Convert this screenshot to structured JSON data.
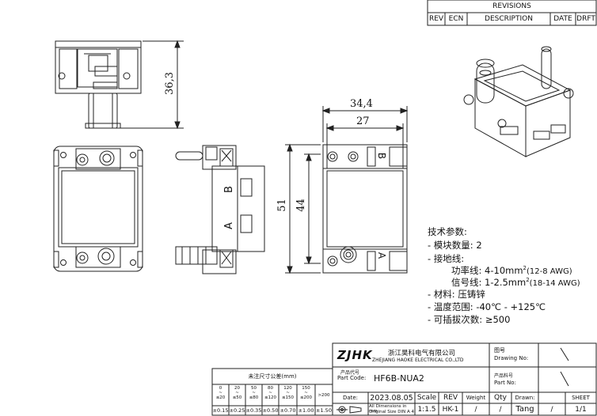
{
  "revisions": {
    "title": "REVISIONS",
    "headers": [
      "REV",
      "ECN",
      "DESCRIPTION",
      "DATE",
      "DRFT"
    ]
  },
  "dimensions": {
    "height_side": "36,3",
    "overall_width": "34,4",
    "inner_width": "27",
    "overall_height": "51",
    "inner_height": "44"
  },
  "part_labels": {
    "side_b": "B",
    "side_a": "A",
    "front_b": "B",
    "front_a": "A"
  },
  "specs": {
    "heading": "技术参数:",
    "modules": "- 模块数量: 2",
    "ground": "- 接地线:",
    "power_line": "功率线: 4-10mm",
    "power_awg": "(12-8 AWG)",
    "signal_line": "信号线: 1-2.5mm",
    "signal_awg": "(18-14 AWG)",
    "sup": "2",
    "material": "- 材料: 压铸锌",
    "temperature": "- 温度范围: -40℃ - +125℃",
    "mating": "- 可插拔次数: ≥500"
  },
  "title_block": {
    "logo": "ZJHK",
    "company_cn": "浙江昊科电气有限公司",
    "company_en": "ZHEJIANG HAOKE ELECTRICAL CO.,LTD",
    "drawing_no_cn": "图号",
    "drawing_no_en": "Drawing No:",
    "part_code_cn": "产品代号",
    "part_code_en": "Part Code:",
    "part_code": "HF6B-NUA2",
    "part_no_cn": "产品料号",
    "part_no_en": "Part No:",
    "date_label": "Date:",
    "date": "2023.08.05",
    "scale_label": "Scale",
    "scale": "1:1.5",
    "rev_label": "REV",
    "rev": "HK-1",
    "weight_label": "Weight",
    "qty_label": "Qty",
    "drawn_label": "Drawn:",
    "drawn": "Tang",
    "sheet_label": "SHEET",
    "sheet": "1/1",
    "note_line1": "All Dimensions in mm",
    "note_line2": "Original Size DIN A 4",
    "slash": "/"
  },
  "tolerance": {
    "title": "未注尺寸公差(mm)",
    "ranges": [
      {
        "top": "0",
        "bottom": "≤20"
      },
      {
        "top": "20",
        "bottom": "≤50"
      },
      {
        "top": "50",
        "bottom": "≤80"
      },
      {
        "top": "80",
        "bottom": "≤120"
      },
      {
        "top": "120",
        "bottom": "≤150"
      },
      {
        "top": "150",
        "bottom": "≤200"
      }
    ],
    "over": ">200",
    "tilde": "~",
    "values": [
      "±0.15",
      "±0.25",
      "±0.35",
      "±0.50",
      "±0.70",
      "±1.00",
      "±1.50"
    ]
  }
}
